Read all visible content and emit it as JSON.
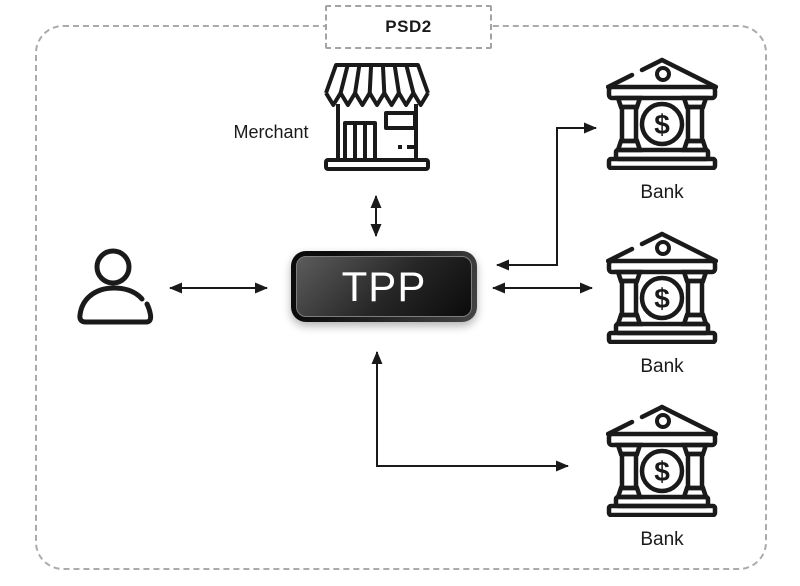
{
  "frame": {
    "tag": "PSD2"
  },
  "entities": {
    "merchant": "Merchant",
    "tpp": "TPP",
    "banks": [
      "Bank",
      "Bank",
      "Bank"
    ],
    "bank_symbol": "$"
  },
  "colors": {
    "stroke": "#1a1a1a",
    "dashed_border": "#ababab",
    "tpp_gradient_light": "#5c5c5c",
    "tpp_gradient_dark": "#0b0b0b",
    "tpp_text": "#ffffff",
    "background": "#ffffff"
  }
}
